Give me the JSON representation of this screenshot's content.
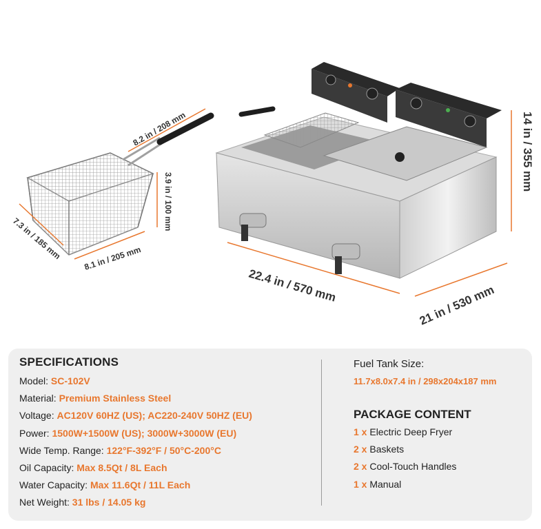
{
  "dimensions": {
    "basket_handle": "8.2 in / 208 mm",
    "basket_height": "3.9 in / 100 mm",
    "basket_depth": "7.3 in / 185 mm",
    "basket_width": "8.1 in / 205 mm",
    "fryer_width": "22.4 in / 570 mm",
    "fryer_depth": "21 in / 530 mm",
    "fryer_height": "14 in / 355 mm"
  },
  "colors": {
    "accent": "#e8772e",
    "panel": "#efefef",
    "dimension_line": "#e8772e"
  },
  "specifications": {
    "title": "SPECIFICATIONS",
    "rows": [
      {
        "label": "Model: ",
        "value": "SC-102V"
      },
      {
        "label": "Material: ",
        "value": "Premium Stainless Steel"
      },
      {
        "label": "Voltage: ",
        "value": "AC120V 60HZ (US); AC220-240V 50HZ (EU)"
      },
      {
        "label": "Power: ",
        "value": "1500W+1500W (US); 3000W+3000W (EU)"
      },
      {
        "label": "Wide Temp. Range: ",
        "value": "122°F-392°F / 50°C-200°C"
      },
      {
        "label": "Oil Capacity: ",
        "value": "Max 8.5Qt / 8L Each"
      },
      {
        "label": "Water Capacity: ",
        "value": "Max 11.6Qt / 11L Each"
      },
      {
        "label": "Net Weight: ",
        "value": "31 lbs / 14.05 kg"
      }
    ]
  },
  "fuel_tank": {
    "label": "Fuel Tank Size:",
    "value": "11.7x8.0x7.4 in / 298x204x187 mm"
  },
  "package": {
    "title": "PACKAGE CONTENT",
    "items": [
      {
        "qty": "1 x ",
        "name": "Electric Deep Fryer"
      },
      {
        "qty": "2 x ",
        "name": "Baskets"
      },
      {
        "qty": "2 x ",
        "name": "Cool-Touch Handles"
      },
      {
        "qty": "1 x ",
        "name": "Manual"
      }
    ]
  }
}
